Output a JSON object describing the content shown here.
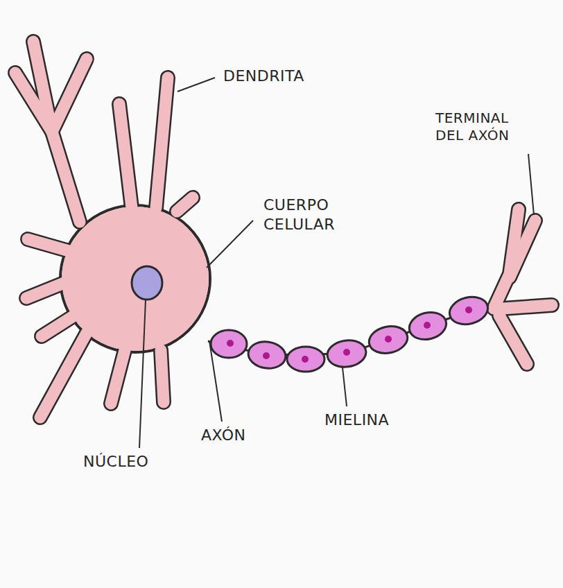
{
  "diagram": {
    "labels": [
      "DENDRITA",
      "CUERPO CELULAR",
      "TERMINAL DEL AXÓN",
      "NÚCLEO",
      "AXÓN",
      "MIELINA"
    ]
  }
}
